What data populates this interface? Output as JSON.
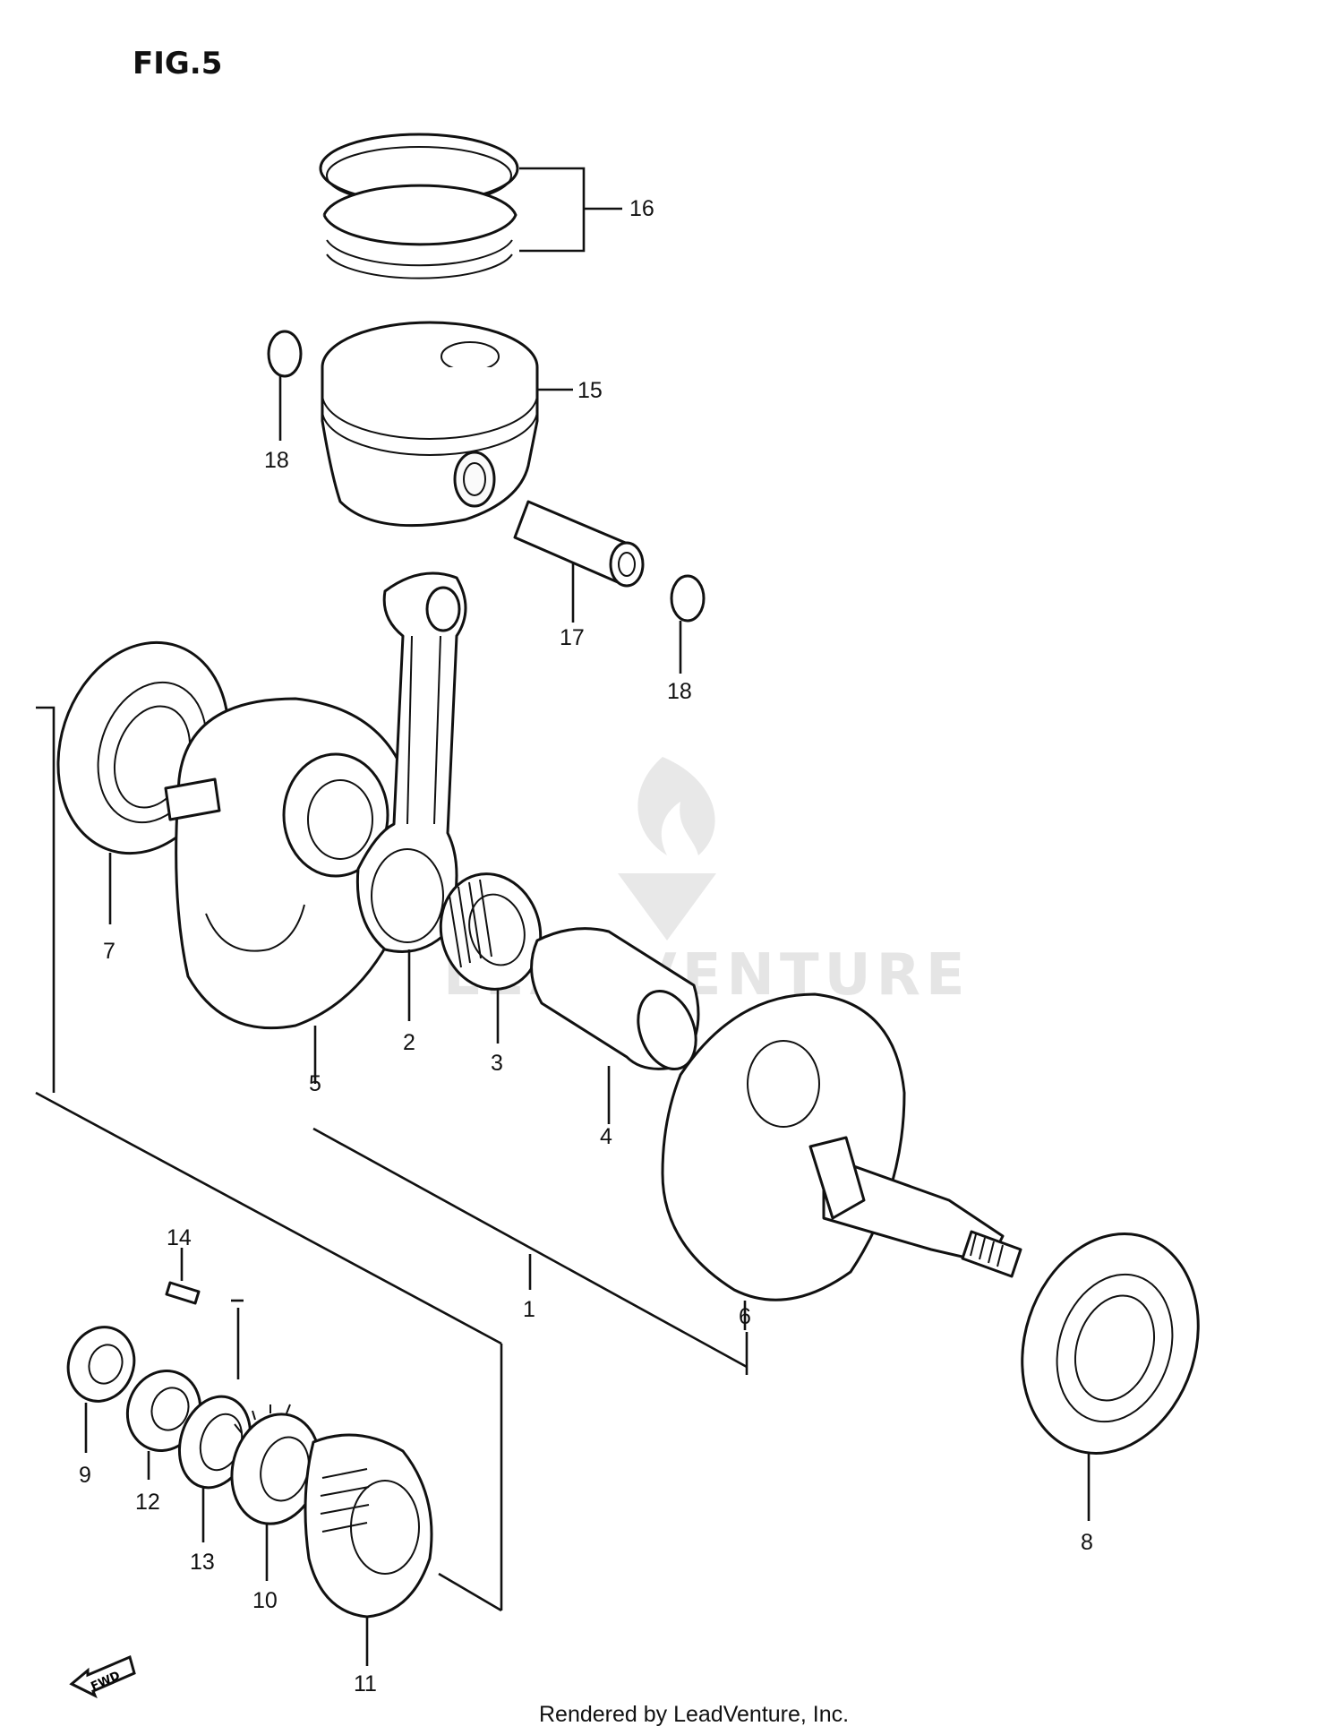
{
  "figure": {
    "title": "FIG.5",
    "footer": "Rendered by LeadVenture, Inc.",
    "watermark": "LEADVENTURE",
    "fwd_label": "FWD"
  },
  "callouts": [
    "1",
    "2",
    "3",
    "4",
    "5",
    "6",
    "7",
    "8",
    "9",
    "10",
    "11",
    "12",
    "13",
    "14",
    "15",
    "16",
    "17",
    "18",
    "18"
  ],
  "parts": {
    "p16": "piston-ring-set",
    "p15": "piston",
    "p17": "piston-pin",
    "p18": "piston-pin-circlip",
    "p2": "connecting-rod",
    "p3": "needle-bearing",
    "p4": "crank-pin",
    "p5": "left-crank-web",
    "p6": "right-crank-web",
    "p7": "left-crank-bearing",
    "p8": "right-crank-bearing",
    "p9": "oil-seal",
    "p10": "primary-drive-gear",
    "p11": "primary-drive-gear-outer",
    "p12": "nut",
    "p13": "lock-washer",
    "p14": "key"
  },
  "colors": {
    "ink": "#111111",
    "paper": "#ffffff",
    "watermark": "#e3e3e3"
  }
}
